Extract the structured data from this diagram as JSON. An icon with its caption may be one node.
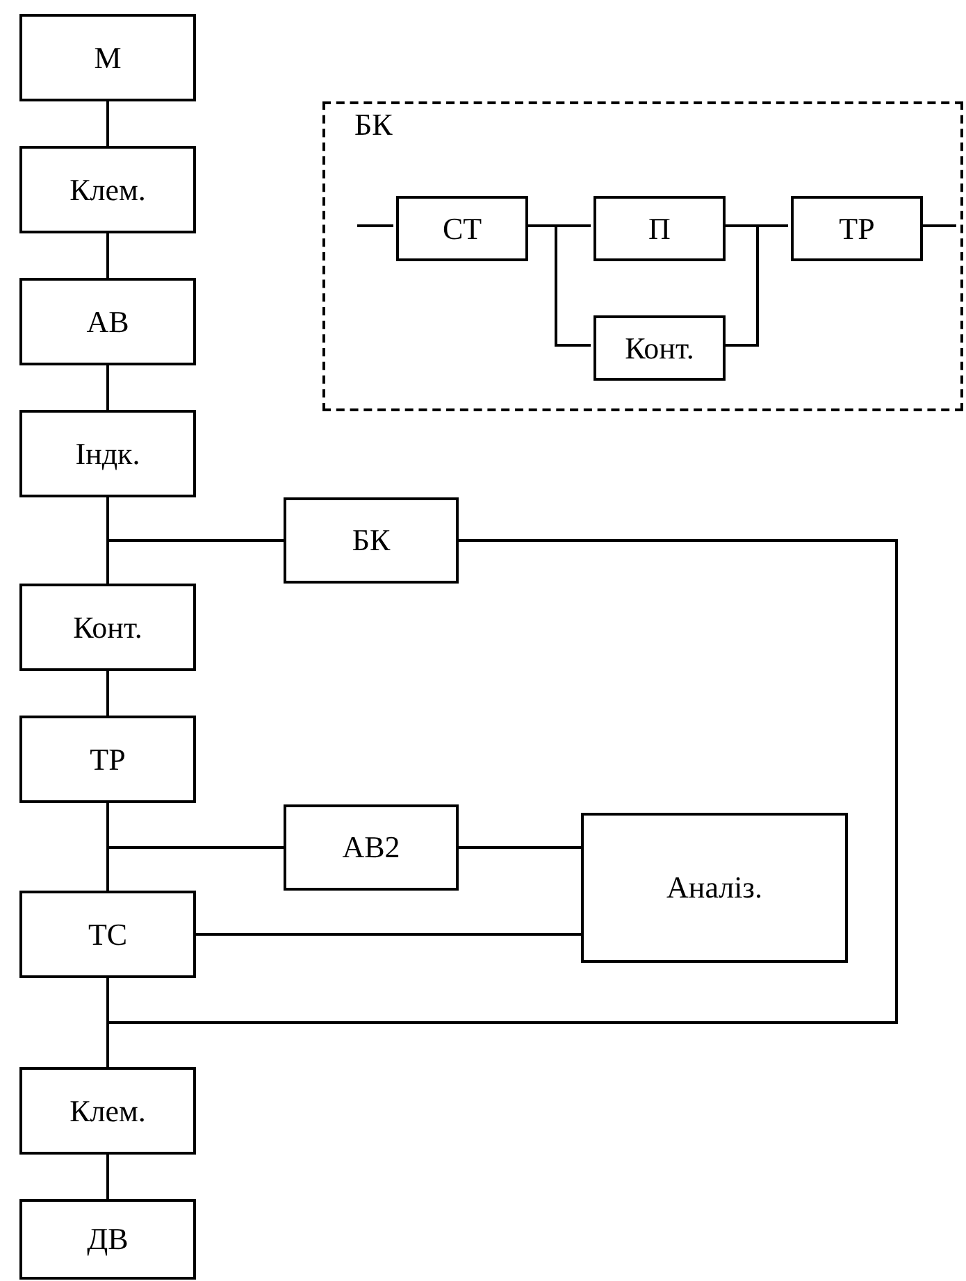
{
  "diagram": {
    "nodes": [
      {
        "text": [
          "М"
        ]
      },
      {
        "text": [
          "Клем."
        ]
      },
      {
        "text": [
          "АВ"
        ]
      },
      {
        "text": [
          "Індк."
        ]
      },
      {
        "text": [
          "БК"
        ]
      },
      {
        "text": [
          "Конт."
        ]
      },
      {
        "text": [
          "ТР"
        ]
      },
      {
        "text": [
          "АВ2"
        ]
      },
      {
        "text": [
          "ТС"
        ]
      },
      {
        "text": [
          "Аналіз."
        ]
      },
      {
        "text": [
          "Клем."
        ]
      },
      {
        "text": [
          "ДВ"
        ]
      },
      {
        "text": [
          "БК"
        ]
      },
      {
        "text": [
          "СТ"
        ],
        "in": 12
      },
      {
        "text": [
          "П"
        ],
        "in": 12
      },
      {
        "text": [
          "ТР"
        ],
        "in": 12
      },
      {
        "text": [
          "Конт."
        ],
        "in": 12
      }
    ],
    "edges": [
      {
        "from": 0,
        "to": 1,
        "arrow": "none"
      },
      {
        "from": 1,
        "to": 2,
        "arrow": "none"
      },
      {
        "from": 2,
        "to": 3,
        "arrow": "none"
      },
      {
        "from": 3,
        "to": 5,
        "arrow": "none"
      },
      {
        "from": 3,
        "to": 4,
        "arrow": "none"
      },
      {
        "from": 5,
        "to": 6,
        "arrow": "none"
      },
      {
        "from": 6,
        "to": 8,
        "arrow": "none"
      },
      {
        "from": 6,
        "to": 7,
        "arrow": "none"
      },
      {
        "from": 7,
        "to": 9,
        "arrow": "none"
      },
      {
        "from": 8,
        "to": 9,
        "arrow": "none"
      },
      {
        "from": 8,
        "to": 10,
        "arrow": "none"
      },
      {
        "from": 4,
        "to": 10,
        "arrow": "none"
      },
      {
        "from": 10,
        "to": 11,
        "arrow": "none"
      },
      {
        "from": null,
        "to": 13,
        "arrow": "none"
      },
      {
        "from": 13,
        "to": 14,
        "arrow": "none"
      },
      {
        "from": 13,
        "to": 16,
        "arrow": "none"
      },
      {
        "from": 14,
        "to": 15,
        "arrow": "none"
      },
      {
        "from": 16,
        "to": 15,
        "arrow": "none"
      },
      {
        "from": 15,
        "to": null,
        "arrow": "none"
      }
    ]
  }
}
